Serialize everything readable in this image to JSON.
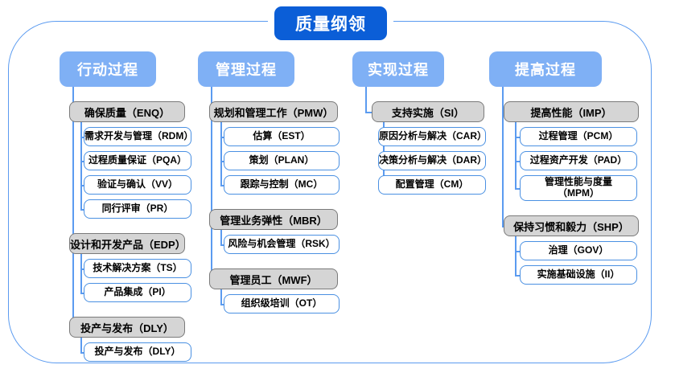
{
  "diagram": {
    "type": "hierarchy-tree",
    "root": "质量纲领",
    "columns": [
      {
        "header": "行动过程",
        "groups": [
          {
            "label": "确保质量（ENQ）",
            "children": [
              "需求开发与管理（RDM）",
              "过程质量保证（PQA）",
              "验证与确认（VV）",
              "同行评审（PR）"
            ]
          },
          {
            "label": "设计和开发产品（EDP）",
            "children": [
              "技术解决方案（TS）",
              "产品集成（PI）"
            ]
          },
          {
            "label": "投产与发布（DLY）",
            "children": [
              "投产与发布（DLY）"
            ]
          }
        ]
      },
      {
        "header": "管理过程",
        "groups": [
          {
            "label": "规划和管理工作（PMW）",
            "children": [
              "估算（EST）",
              "策划（PLAN）",
              "跟踪与控制（MC）"
            ]
          },
          {
            "label": "管理业务弹性（MBR）",
            "children": [
              "风险与机会管理（RSK）"
            ]
          },
          {
            "label": "管理员工（MWF）",
            "children": [
              "组织级培训（OT）"
            ]
          }
        ]
      },
      {
        "header": "实现过程",
        "groups": [
          {
            "label": "支持实施（SI）",
            "children": [
              "原因分析与解决（CAR）",
              "决策分析与解决（DAR）",
              "配置管理（CM）"
            ]
          }
        ]
      },
      {
        "header": "提高过程",
        "groups": [
          {
            "label": "提高性能（IMP）",
            "children": [
              "过程管理（PCM）",
              "过程资产开发（PAD）",
              "管理性能与度量\n（MPM）"
            ]
          },
          {
            "label": "保持习惯和毅力（SHP）",
            "children": [
              "治理（GOV）",
              "实施基础设施（II）"
            ]
          }
        ]
      }
    ]
  },
  "colors": {
    "root_fill": "#0b5ed7",
    "header_fill": "#7fb0f5",
    "group_fill": "#d5d5d5",
    "group_border": "#7a7a7a",
    "child_border": "#4a90e2",
    "connector": "#5b9bf0",
    "frame_border": "#5b9bf0"
  }
}
